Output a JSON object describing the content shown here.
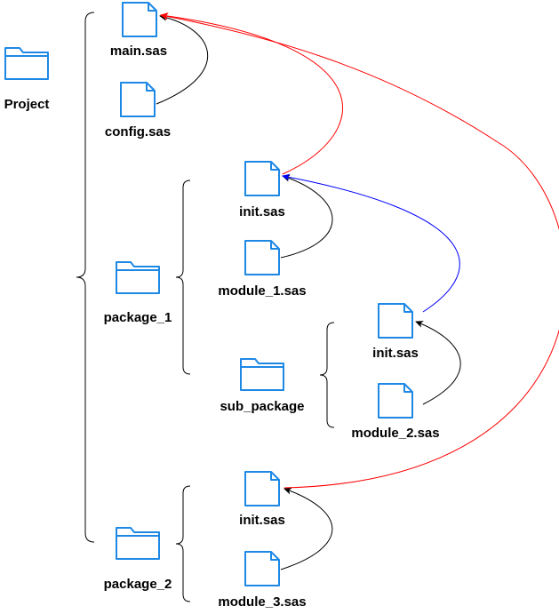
{
  "colors": {
    "icon_stroke": "#1E88E5",
    "bracket": "#000000",
    "arrow_default": "#000000",
    "arrow_red": "#FF0000",
    "arrow_blue": "#0000FF"
  },
  "nodes": {
    "project": {
      "label": "Project",
      "type": "folder-icon"
    },
    "main_sas": {
      "label": "main.sas",
      "type": "file-icon"
    },
    "config_sas": {
      "label": "config.sas",
      "type": "file-icon"
    },
    "package_1": {
      "label": "package_1",
      "type": "folder-icon"
    },
    "p1_init_sas": {
      "label": "init.sas",
      "type": "file-icon"
    },
    "module_1_sas": {
      "label": "module_1.sas",
      "type": "file-icon"
    },
    "sub_package": {
      "label": "sub_package",
      "type": "folder-icon"
    },
    "sp_init_sas": {
      "label": "init.sas",
      "type": "file-icon"
    },
    "module_2_sas": {
      "label": "module_2.sas",
      "type": "file-icon"
    },
    "package_2": {
      "label": "package_2",
      "type": "folder-icon"
    },
    "p2_init_sas": {
      "label": "init.sas",
      "type": "file-icon"
    },
    "module_3_sas": {
      "label": "module_3.sas",
      "type": "file-icon"
    }
  },
  "edges": [
    {
      "from": "config_sas",
      "to": "main_sas",
      "color": "arrow_default"
    },
    {
      "from": "module_1_sas",
      "to": "p1_init_sas",
      "color": "arrow_default"
    },
    {
      "from": "module_2_sas",
      "to": "sp_init_sas",
      "color": "arrow_default"
    },
    {
      "from": "module_3_sas",
      "to": "p2_init_sas",
      "color": "arrow_default"
    },
    {
      "from": "p1_init_sas",
      "to": "main_sas",
      "color": "arrow_red"
    },
    {
      "from": "p2_init_sas",
      "to": "main_sas",
      "color": "arrow_red"
    },
    {
      "from": "sp_init_sas",
      "to": "p1_init_sas",
      "color": "arrow_blue"
    }
  ]
}
